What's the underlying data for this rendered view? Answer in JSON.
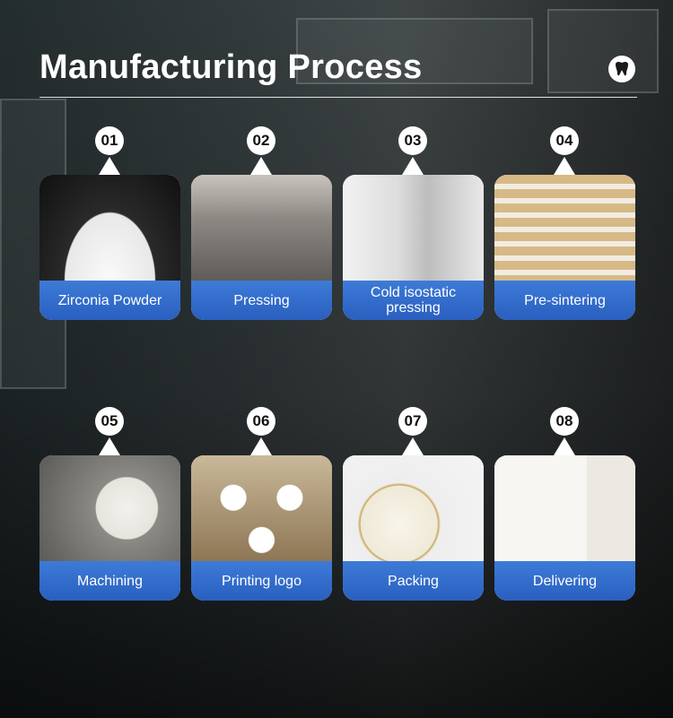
{
  "title": "Manufacturing Process",
  "logo_icon": "tooth-icon",
  "accent_color": "#2f66c8",
  "steps": [
    {
      "num": "01",
      "label": "Zirconia Powder"
    },
    {
      "num": "02",
      "label": "Pressing"
    },
    {
      "num": "03",
      "label": "Cold isostatic pressing"
    },
    {
      "num": "04",
      "label": "Pre-sintering"
    },
    {
      "num": "05",
      "label": "Machining"
    },
    {
      "num": "06",
      "label": "Printing logo"
    },
    {
      "num": "07",
      "label": "Packing"
    },
    {
      "num": "08",
      "label": "Delivering"
    }
  ]
}
